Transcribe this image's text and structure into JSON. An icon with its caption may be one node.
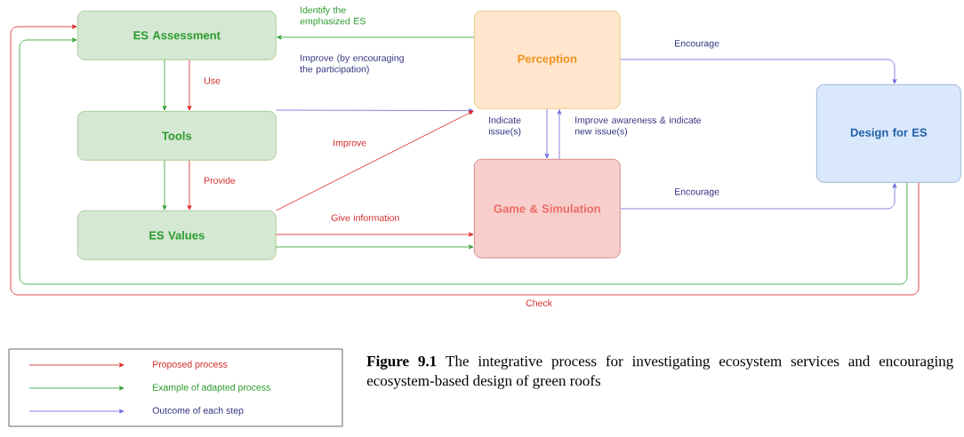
{
  "diagram": {
    "caption": "**Figure 9.1** The integrative process for investigating ecosystem services and encouraging ecosystem-based design of green roofs",
    "nodes": [
      {
        "text": [
          "ES Assessment"
        ]
      },
      {
        "text": [
          "Tools"
        ]
      },
      {
        "text": [
          "ES Values"
        ]
      },
      {
        "text": [
          "Perception"
        ]
      },
      {
        "text": [
          "Game & Simulation"
        ]
      },
      {
        "text": [
          "Design for ES"
        ]
      }
    ],
    "edges": [
      {
        "from": 3,
        "to": 0,
        "arrow": "to",
        "color": "#2a9a2a",
        "label": "Identify the emphasized ES"
      },
      {
        "from": 0,
        "to": 1,
        "arrow": "to",
        "color": "#2a9a2a"
      },
      {
        "from": 0,
        "to": 1,
        "arrow": "to",
        "color": "#e01a1a",
        "label": "Use"
      },
      {
        "from": 1,
        "to": 2,
        "arrow": "to",
        "color": "#2a9a2a"
      },
      {
        "from": 1,
        "to": 2,
        "arrow": "to",
        "color": "#e01a1a",
        "label": "Provide"
      },
      {
        "from": 1,
        "to": 3,
        "arrow": "to",
        "color": "#6666dd",
        "label": "Improve (by encouraging the participation)"
      },
      {
        "from": 2,
        "to": 3,
        "arrow": "to",
        "color": "#e01a1a",
        "label": "Improve"
      },
      {
        "from": 2,
        "to": 4,
        "arrow": "to",
        "color": "#e01a1a",
        "label": "Give information"
      },
      {
        "from": 2,
        "to": 4,
        "arrow": "to",
        "color": "#2a9a2a"
      },
      {
        "from": 3,
        "to": 4,
        "arrow": "to",
        "color": "#6666dd",
        "label": "Indicate issue(s)"
      },
      {
        "from": 4,
        "to": 3,
        "arrow": "to",
        "color": "#6666dd",
        "label": "Improve awareness & indicate new issue(s)"
      },
      {
        "from": 3,
        "to": 5,
        "arrow": "to",
        "color": "#6666dd",
        "label": "Encourage"
      },
      {
        "from": 4,
        "to": 5,
        "arrow": "to",
        "color": "#6666dd",
        "label": "Encourage"
      },
      {
        "from": 5,
        "to": 0,
        "arrow": "to",
        "color": "#e01a1a",
        "label": "Check"
      },
      {
        "from": 5,
        "to": 0,
        "arrow": "to",
        "color": "#2a9a2a"
      }
    ],
    "legend": [
      {
        "text": "Proposed process"
      },
      {
        "text": "Example of adapted process"
      },
      {
        "text": "Outcome of each step"
      }
    ]
  }
}
